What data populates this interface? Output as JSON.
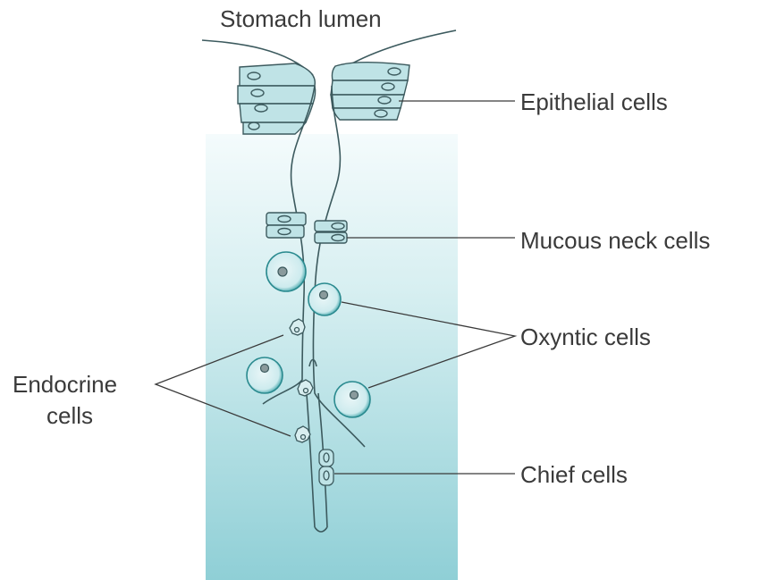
{
  "labels": {
    "lumen": "Stomach lumen",
    "epithelial": "Epithelial cells",
    "mucous_neck": "Mucous neck cells",
    "oxyntic": "Oxyntic cells",
    "endocrine_line1": "Endocrine",
    "endocrine_line2": "cells",
    "chief": "Chief cells"
  },
  "colors": {
    "band_top": "#f4fbfc",
    "band_bottom": "#8fcfd6",
    "cell_fill": "#bfe3e6",
    "cell_stroke": "#3c5a5e",
    "oxyntic_ring": "#2a9a9f",
    "label_text": "#3a3a3a"
  }
}
